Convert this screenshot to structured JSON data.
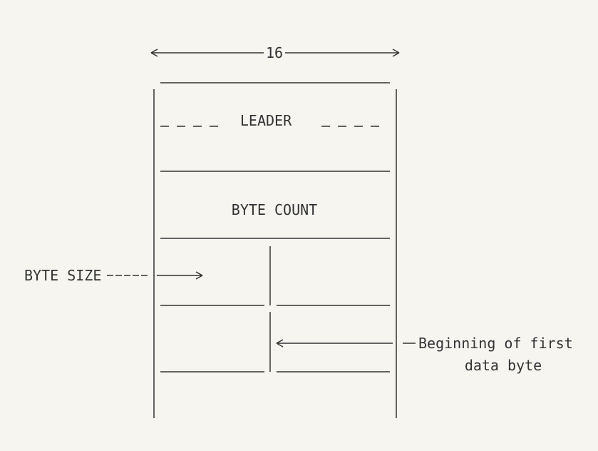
{
  "diagram": {
    "width_label": "16",
    "leader_label": "LEADER",
    "byte_count_label": "BYTE COUNT",
    "byte_size_label": "BYTE SIZE",
    "first_byte_label_line1": "Beginning of first",
    "first_byte_label_line2": "data byte"
  },
  "colors": {
    "background": "#f6f5f0",
    "ink": "#333333"
  }
}
